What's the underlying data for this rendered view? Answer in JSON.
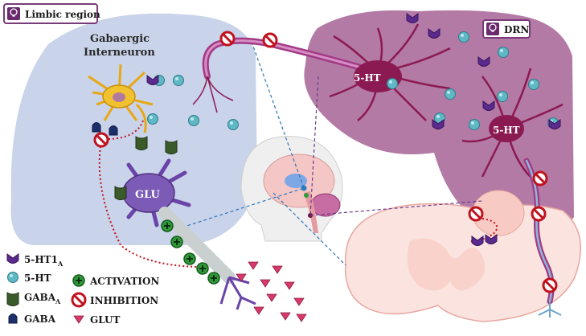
{
  "tags": {
    "limbic": "Limbic region",
    "drn": "DRN"
  },
  "labels": {
    "gabaergic_line1": "Gabaergic",
    "gabaergic_line2": "Interneuron",
    "glu": "GLU",
    "serotonin_neuron_1": "5-HT",
    "serotonin_neuron_2": "5-HT"
  },
  "legend": {
    "receptor_5ht1a_main": "5-HT1",
    "receptor_5ht1a_sub": "A",
    "serotonin": "5-HT",
    "gaba_a_main": "GABA",
    "gaba_a_sub": "A",
    "gaba": "GABA",
    "activation": "ACTIVATION",
    "inhibition": "INHIBITION",
    "glut": "GLUT"
  },
  "colors": {
    "limbic_region": "#c9d3ea",
    "drn_region": "#b37aa6",
    "serotonin_neuron": "#8c1a52",
    "gabaergic_neuron": "#f2c12e",
    "glu_neuron": "#7b5bb6",
    "receptor": "#5a2a8c",
    "serotonin_ball": "#5fb8c4",
    "gaba_a": "#3b5a2a",
    "activation": "#2f9a3a",
    "inhibition": "#c0121e",
    "glut": "#d63a6a",
    "spinal_cord": "#fbe3df"
  },
  "icons": [
    "lightbulb-icon",
    "inhibition-icon",
    "activation-icon",
    "receptor-icon",
    "serotonin-icon",
    "gaba-a-icon",
    "gaba-icon",
    "glut-icon"
  ]
}
